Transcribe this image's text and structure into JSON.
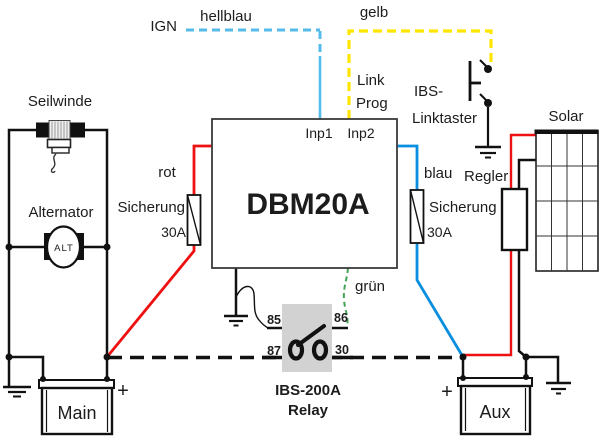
{
  "colors": {
    "rot_wire": "#ee1111",
    "blau_wire": "#0a8fe0",
    "hellblau_wire": "#55bbea",
    "gelb_wire": "#ffe600",
    "gruen_wire": "#44a455",
    "schwarz_wire": "#111111",
    "relay_fill": "#d2d2d2"
  },
  "top": {
    "ign": "IGN",
    "hellblau": "hellblau",
    "gelb": "gelb",
    "link": "Link",
    "prog": "Prog"
  },
  "linktaster": {
    "line1": "IBS-",
    "line2": "Linktaster"
  },
  "controller": {
    "name": "DBM20A",
    "inp1": "Inp1",
    "inp2": "Inp2"
  },
  "left_circuit": {
    "winch": "Seilwinde",
    "alternator": "Alternator",
    "alt": "ALT"
  },
  "fuse_left": {
    "wire_color": "rot",
    "label": "Sicherung",
    "rating": "30A"
  },
  "fuse_right": {
    "wire_color": "blau",
    "label": "Sicherung",
    "rating": "30A"
  },
  "solar": {
    "panel": "Solar",
    "regulator": "Regler"
  },
  "relay": {
    "gruen": "grün",
    "t85": "85",
    "t86": "86",
    "t87": "87",
    "t30": "30",
    "name": "IBS-200A",
    "type": "Relay"
  },
  "batteries": {
    "main": "Main",
    "aux": "Aux",
    "main_plus": "+",
    "aux_plus": "+"
  }
}
